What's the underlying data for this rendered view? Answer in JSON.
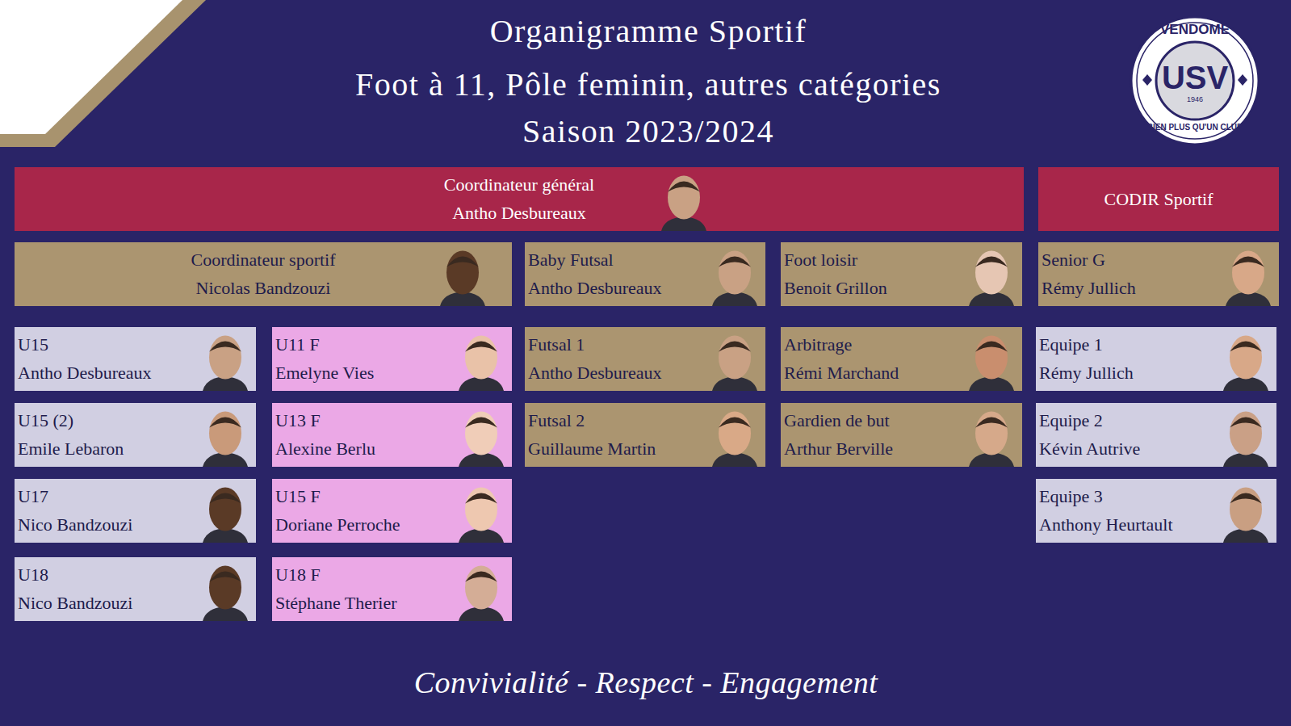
{
  "diagram": {
    "title": "Organigramme Sportif",
    "caption": "Convivialité - Respect - Engagement",
    "nodes": [
      {
        "text": [
          "Coordinateur général",
          "Antho Desbureaux"
        ]
      },
      {
        "text": [
          "CODIR Sportif"
        ]
      },
      {
        "text": [
          "Coordinateur sportif",
          "Nicolas Bandzouzi"
        ]
      },
      {
        "text": [
          "Baby Futsal",
          "Antho Desbureaux"
        ]
      },
      {
        "text": [
          "Foot loisir",
          "Benoit Grillon"
        ]
      },
      {
        "text": [
          "Senior G",
          "Rémy Jullich"
        ]
      },
      {
        "text": [
          "U15",
          "Antho Desbureaux"
        ]
      },
      {
        "text": [
          "U11 F",
          "Emelyne Vies"
        ]
      },
      {
        "text": [
          "Futsal 1",
          "Antho Desbureaux"
        ]
      },
      {
        "text": [
          "Arbitrage",
          "Rémi Marchand"
        ]
      },
      {
        "text": [
          "Equipe 1",
          "Rémy Jullich"
        ]
      },
      {
        "text": [
          "U15 (2)",
          "Emile Lebaron"
        ]
      },
      {
        "text": [
          "U13 F",
          "Alexine Berlu"
        ]
      },
      {
        "text": [
          "Futsal 2",
          "Guillaume Martin"
        ]
      },
      {
        "text": [
          "Gardien de but",
          "Arthur Berville"
        ]
      },
      {
        "text": [
          "Equipe 2",
          "Kévin Autrive"
        ]
      },
      {
        "text": [
          "U17",
          "Nico Bandzouzi"
        ]
      },
      {
        "text": [
          "U15 F",
          "Doriane Perroche"
        ]
      },
      {
        "text": [
          "Equipe 3",
          "Anthony Heurtault"
        ]
      },
      {
        "text": [
          "U18",
          "Nico Bandzouzi"
        ]
      },
      {
        "text": [
          "U18 F",
          "Stéphane Therier"
        ]
      }
    ],
    "labels": [
      "Foot à 11, Pôle feminin, autres catégories",
      "Saison 2023/2024",
      "VENDOME",
      "USV",
      "1946",
      "BIEN PLUS QU'UN CLUB"
    ]
  }
}
